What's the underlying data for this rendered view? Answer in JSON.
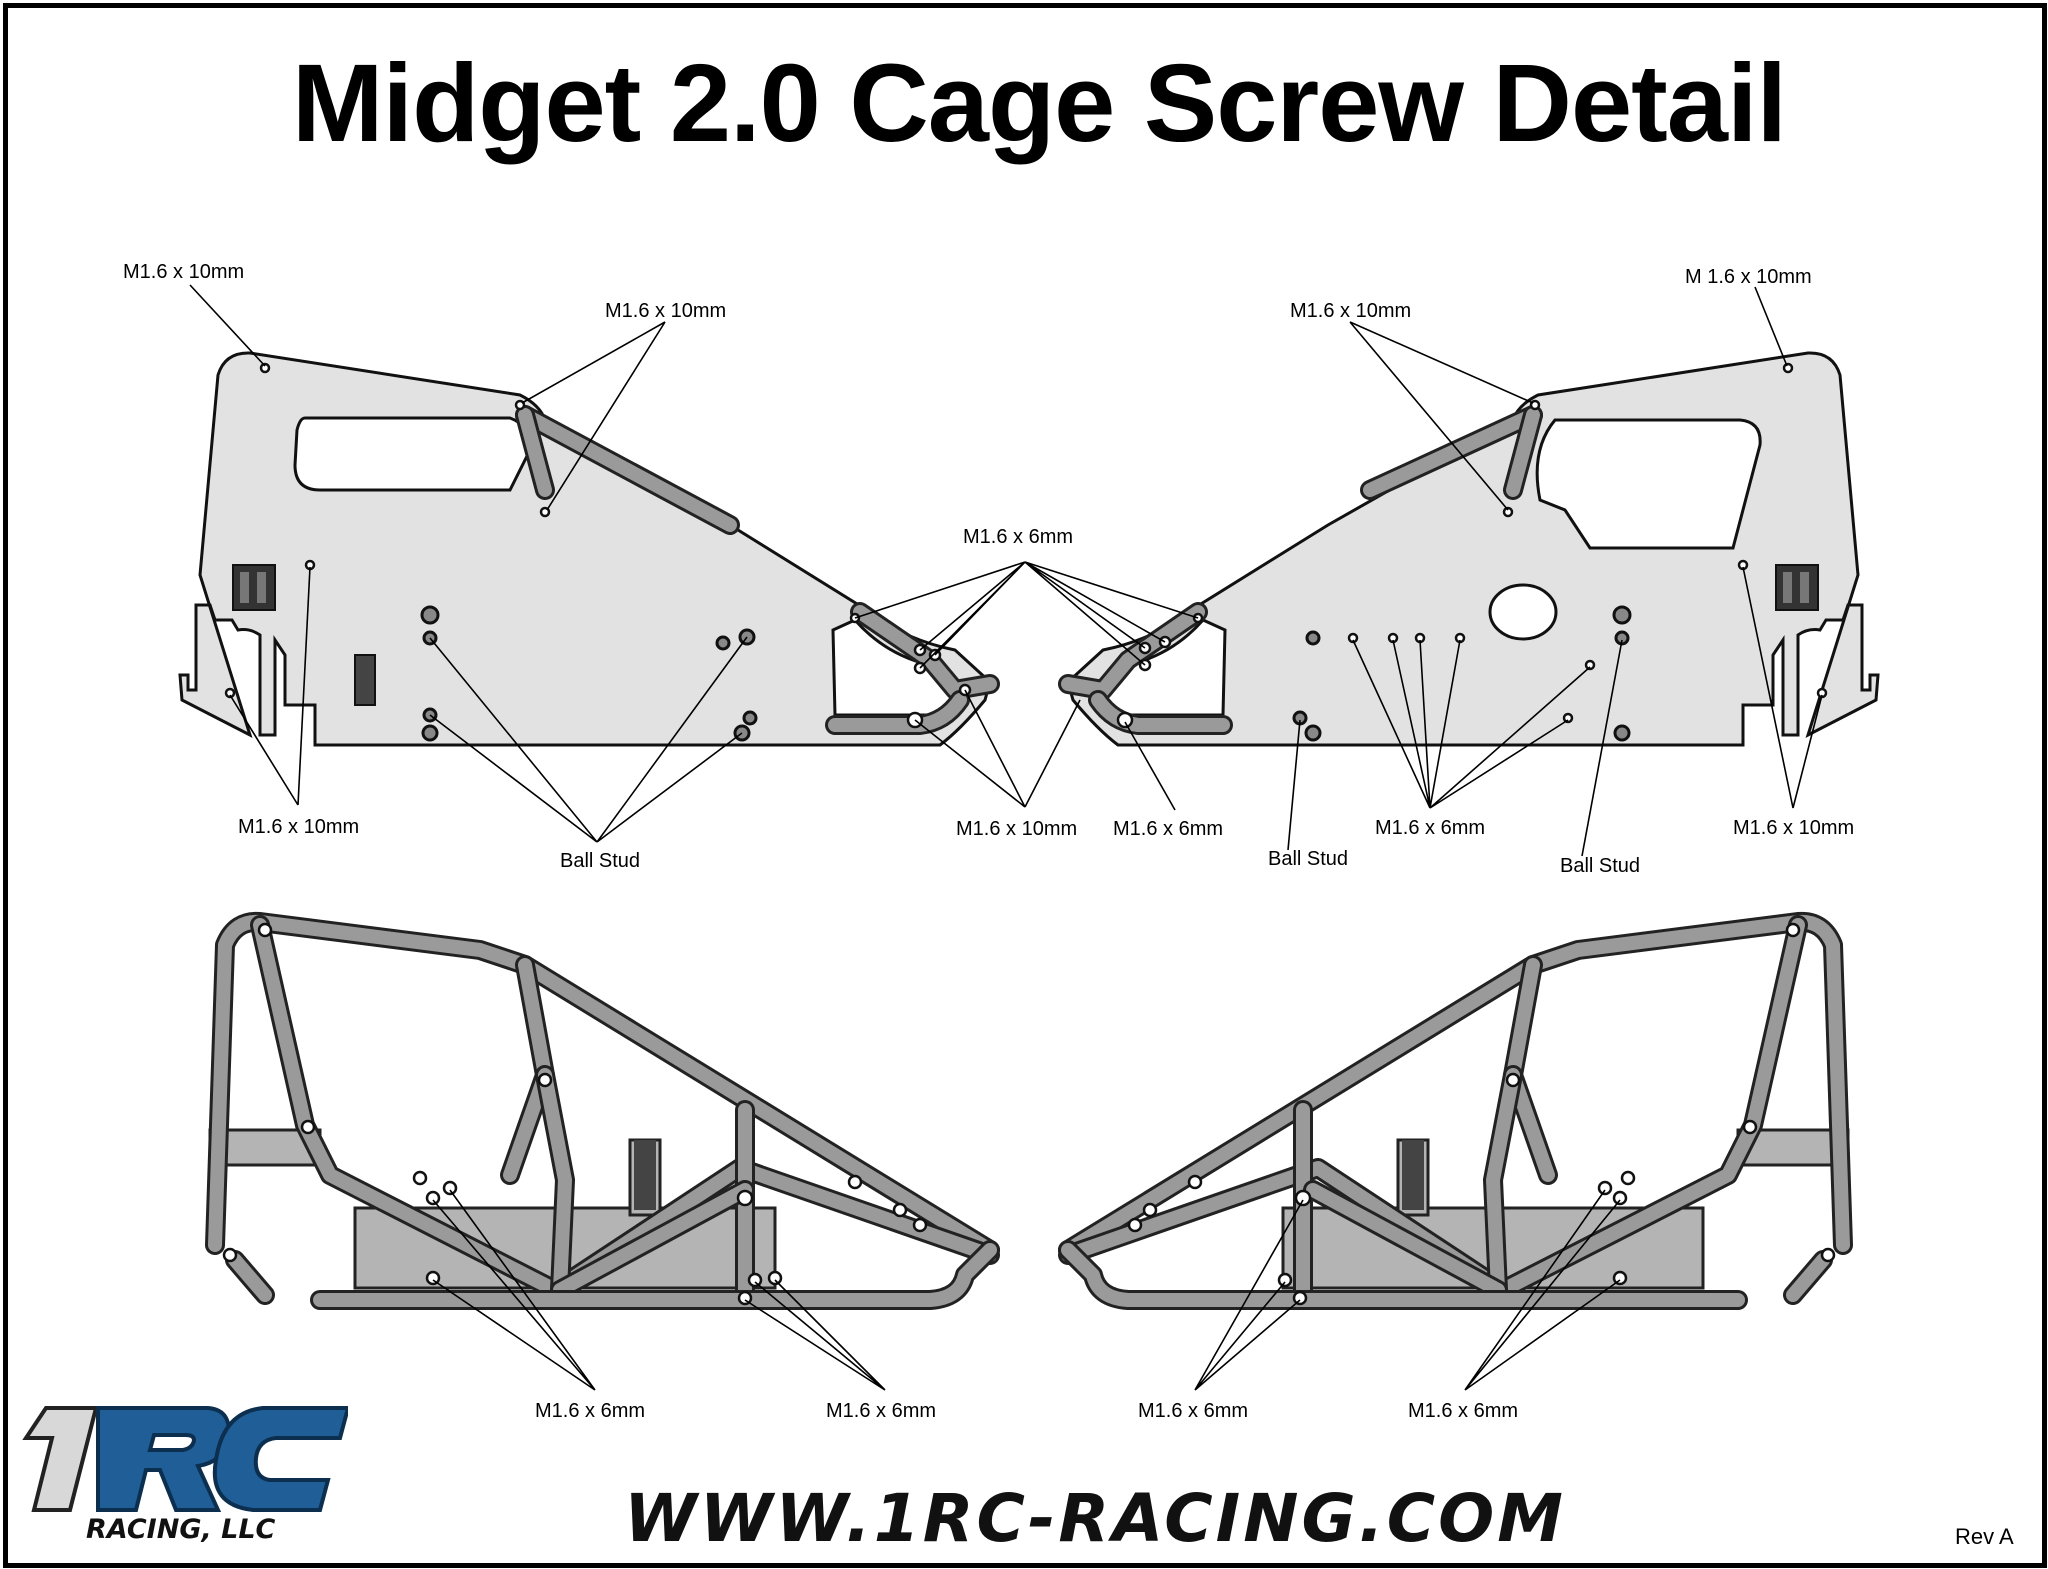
{
  "title": "Midget 2.0 Cage Screw Detail",
  "labels": {
    "m16x10_topleft": "M1.6 x 10mm",
    "m16x10_topcenterleft": "M1.6 x 10mm",
    "m16x10_topcenterright": "M1.6 x 10mm",
    "m16x10_topright": "M 1.6 x 10mm",
    "m16x6_center": "M1.6 x 6mm",
    "m16x10_lowleft": "M1.6 x 10mm",
    "ballstud_left": "Ball Stud",
    "m16x10_lowcenter": "M1.6 x 10mm",
    "m16x6_lowcenter": "M1.6 x 6mm",
    "ballstud_mid": "Ball Stud",
    "m16x6_lowright": "M1.6 x 6mm",
    "ballstud_right": "Ball Stud",
    "m16x10_lowright": "M1.6 x 10mm",
    "bottom_1": "M1.6 x 6mm",
    "bottom_2": "M1.6 x 6mm",
    "bottom_3": "M1.6 x 6mm",
    "bottom_4": "M1.6 x 6mm"
  },
  "footer": {
    "url": "WWW.1RC-RACING.COM",
    "logo_text": "1RC",
    "logo_sub": "RACING, LLC",
    "revision": "Rev A"
  },
  "colors": {
    "panel": "#e2e2e2",
    "frame": "#9a9a9a",
    "logo_blue": "#1f5e96",
    "ink": "#000000"
  }
}
